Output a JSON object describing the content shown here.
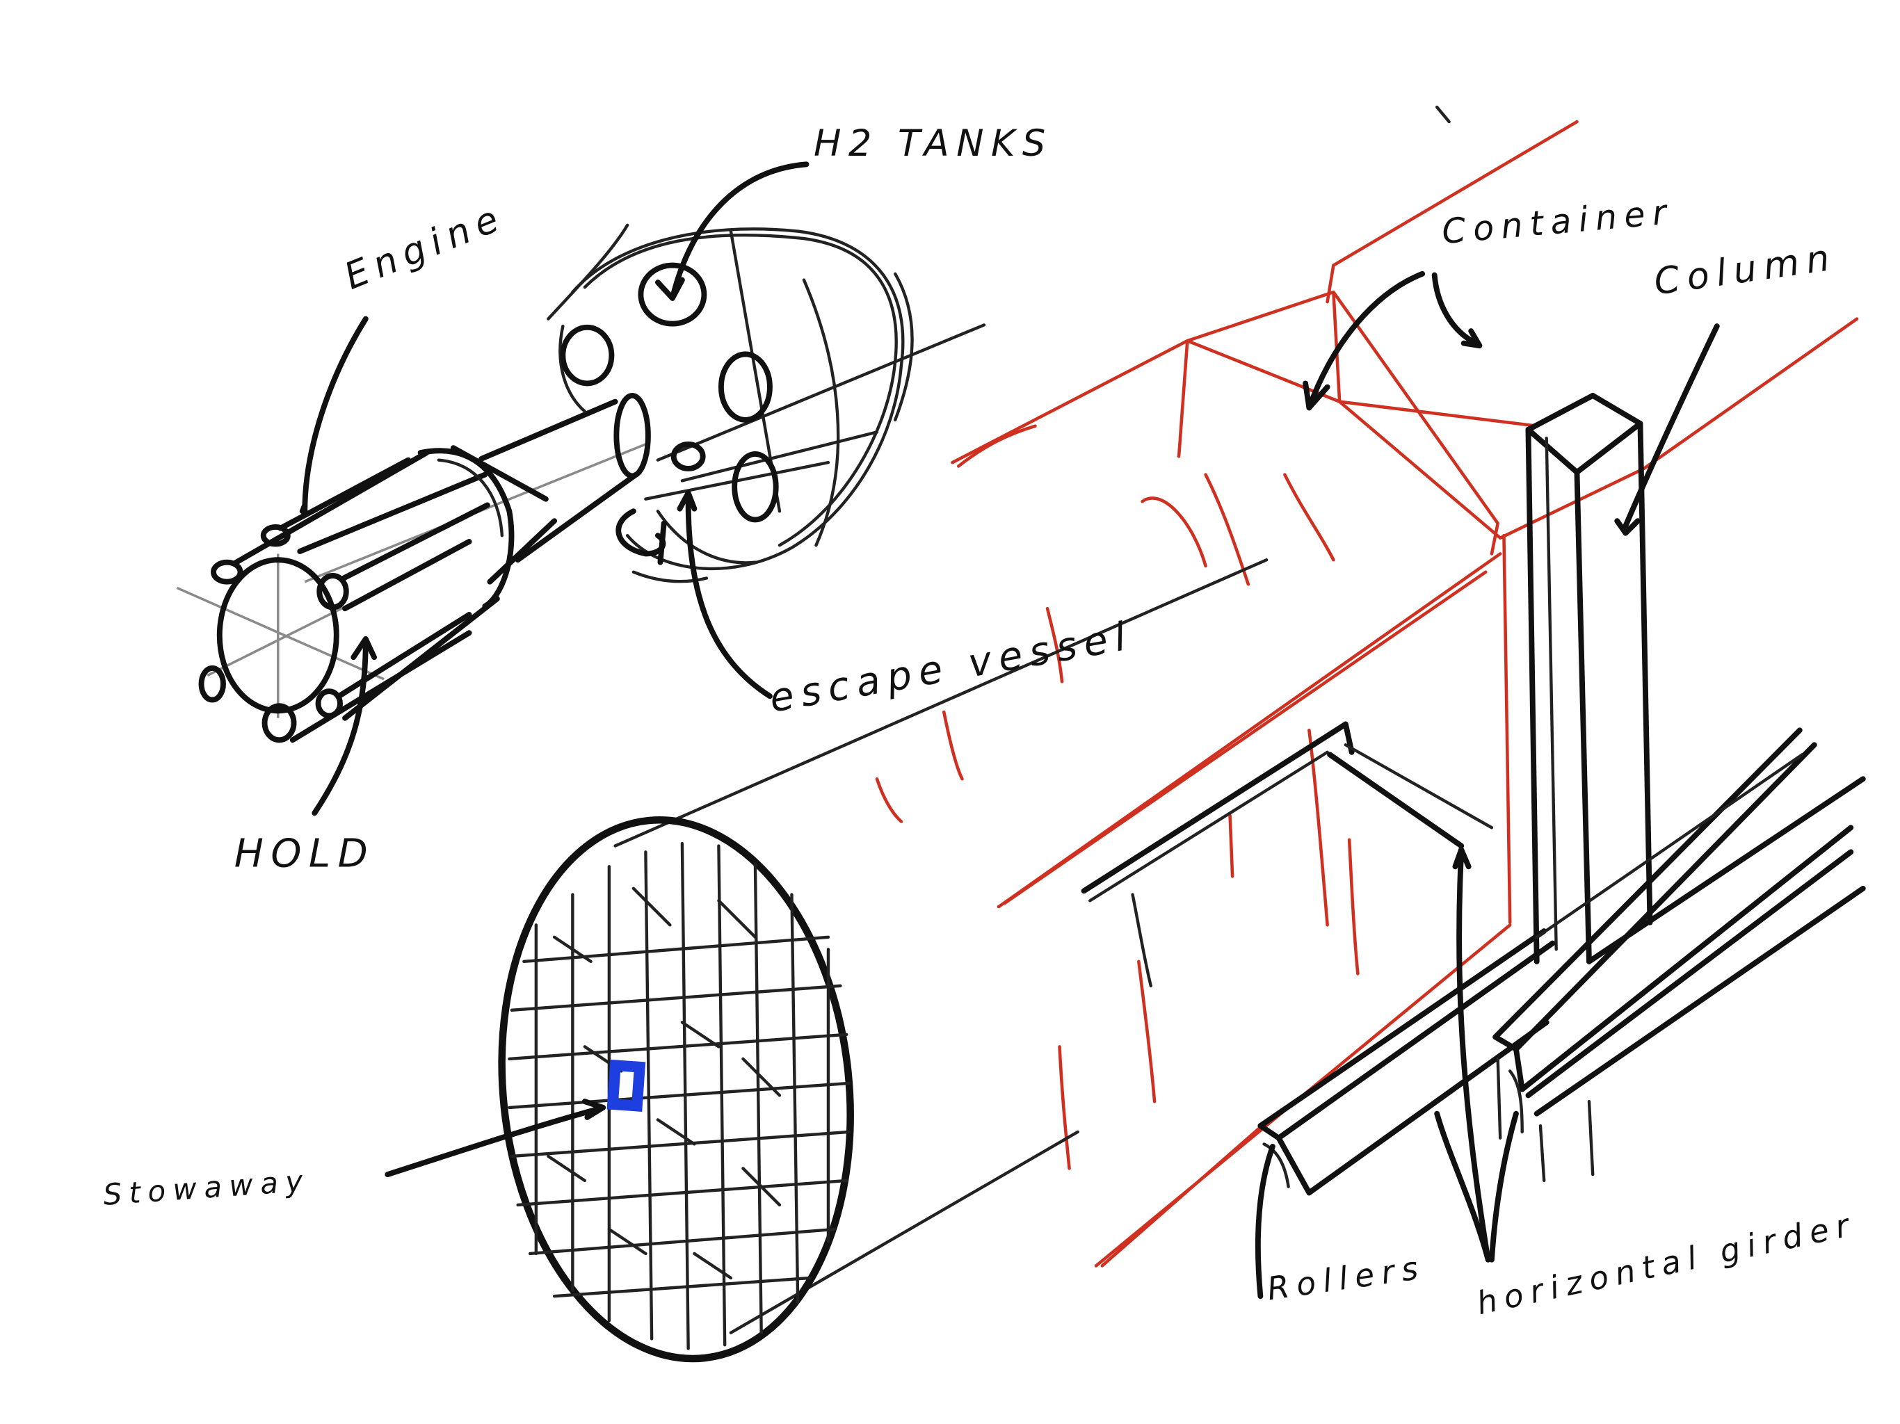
{
  "labels": {
    "engine": "Engine",
    "h2_tanks": "H2 TANKS",
    "hold": "HOLD",
    "escape_vessel": "escape vessel",
    "container": "Container",
    "column": "Column",
    "stowaway": "Stowaway",
    "rollers": "Rollers",
    "horizontal_girder": "horizontal girder"
  },
  "colors": {
    "ink": "#111111",
    "container_outline": "#d03020",
    "stowaway_marker": "#1d3fe0",
    "background": "#ffffff"
  }
}
